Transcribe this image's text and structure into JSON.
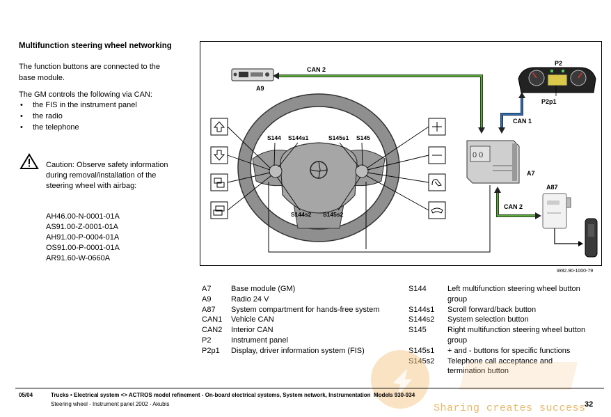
{
  "heading": "Multifunction steering wheel networking",
  "intro": {
    "line1": "The function buttons are connected to the",
    "line2": "base module."
  },
  "gm_intro": "The GM controls the following via CAN:",
  "bullets": [
    "the FIS in the instrument panel",
    "the radio",
    "the telephone"
  ],
  "caution": {
    "line1": "Caution: Observe safety information",
    "line2": "during removal/installation of the",
    "line3": "steering wheel with airbag:"
  },
  "references": [
    "AH46.00-N-0001-01A",
    "AS91.00-Z-0001-01A",
    "AH91.00-P-0004-01A",
    "OS91.00-P-0001-01A",
    "AR91.60-W-0660A"
  ],
  "diagram": {
    "labels": {
      "can2_top": "CAN 2",
      "a9": "A9",
      "p2": "P2",
      "p2p1": "P2p1",
      "can1": "CAN 1",
      "a7": "A7",
      "a87": "A87",
      "can2_bottom": "CAN 2",
      "s144": "S144",
      "s144s1": "S144s1",
      "s145s1": "S145s1",
      "s145": "S145",
      "s144s2": "S144s2",
      "s145s2": "S145s2"
    },
    "colors": {
      "can2": "#5aaa3a",
      "can1": "#2a6db5"
    },
    "figure_code": "W82.90-1000-79"
  },
  "legend_left": [
    {
      "code": "A7",
      "desc": "Base module (GM)"
    },
    {
      "code": "A9",
      "desc": "Radio 24 V"
    },
    {
      "code": "A87",
      "desc": "System compartment for hands-free system"
    },
    {
      "code": "CAN1",
      "desc": "Vehicle CAN"
    },
    {
      "code": "CAN2",
      "desc": "Interior CAN"
    },
    {
      "code": "P2",
      "desc": "Instrument panel"
    },
    {
      "code": "P2p1",
      "desc": "Display, driver information system (FIS)"
    }
  ],
  "legend_right": [
    {
      "code": "S144",
      "desc1": "Left multifunction steering wheel button",
      "desc2": "group"
    },
    {
      "code": "S144s1",
      "desc1": "Scroll forward/back button",
      "desc2": ""
    },
    {
      "code": "S144s2",
      "desc1": "System selection button",
      "desc2": ""
    },
    {
      "code": "S145",
      "desc1": "Right multifunction steering wheel button",
      "desc2": "group"
    },
    {
      "code": "S145s1",
      "desc1": "+ and - buttons for specific functions",
      "desc2": ""
    },
    {
      "code": "S145s2",
      "desc1": "Telephone call acceptance and",
      "desc2": "termination button"
    }
  ],
  "footer": {
    "version": "05/04",
    "line1": "Trucks • Electrical system <> ACTROS model refinement - On-board electrical systems, System network, Instrumentation",
    "models": "Models 930-934",
    "line2": "Steering wheel - Instrument panel 2002 - Akubis",
    "page": "32"
  },
  "watermark": "Sharing creates success"
}
